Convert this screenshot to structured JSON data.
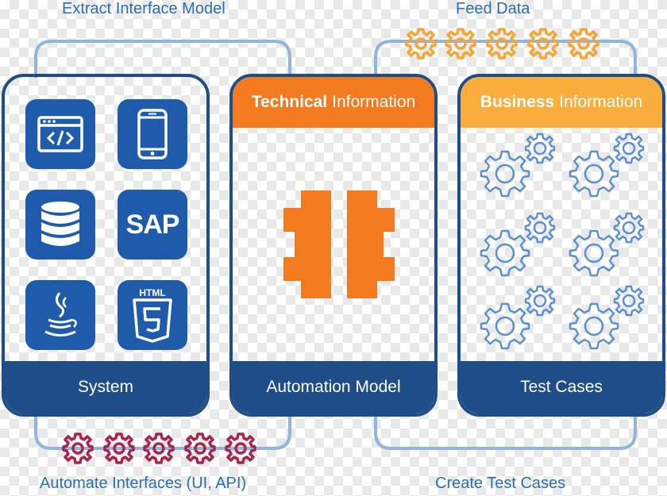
{
  "labels": {
    "extract": "Extract Interface Model",
    "feed": "Feed Data",
    "automate": "Automate Interfaces (UI, API)",
    "create": "Create Test Cases"
  },
  "panels": {
    "system": {
      "footer": "System",
      "icons": [
        "code-window-icon",
        "smartphone-icon",
        "database-icon",
        "sap-logo-icon",
        "java-icon",
        "html5-icon"
      ],
      "sap_text": "SAP",
      "html_text": "HTML"
    },
    "automation": {
      "header_bold": "Technical",
      "header_rest": "Information",
      "footer": "Automation Model",
      "icon": "tosca-logo-icon"
    },
    "testcases": {
      "header_bold": "Business",
      "header_rest": "Information",
      "footer": "Test Cases",
      "icon": "gears-icon"
    }
  },
  "colors": {
    "navy": "#1e4d87",
    "tile_blue": "#1e5bab",
    "orange": "#f47a20",
    "amber": "#f9ad3c",
    "connector": "#8fb6e0",
    "maroon_gear": "#a8264d",
    "orange_gear": "#f3a63a",
    "light_gear": "#5b8fd0",
    "label_blue": "#2a6db5"
  }
}
